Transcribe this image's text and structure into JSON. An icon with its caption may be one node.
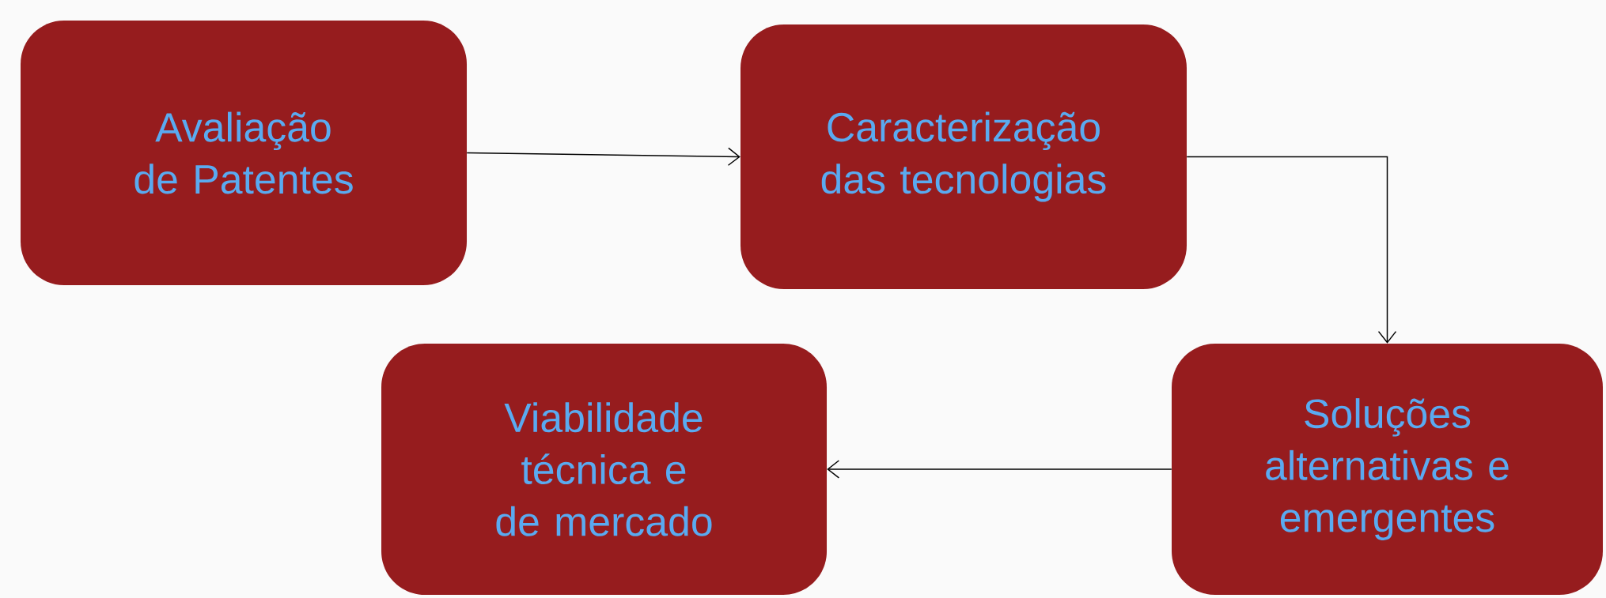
{
  "diagram": {
    "nodes": [
      {
        "text": [
          "Avaliação de Patentes"
        ]
      },
      {
        "text": [
          "Caracterização das tecnologias"
        ]
      },
      {
        "text": [
          "Soluções alternativas e emergentes"
        ]
      },
      {
        "text": [
          "Viabilidade técnica e de mercado"
        ]
      }
    ],
    "edges": [
      {
        "from": 0,
        "to": 1,
        "arrow": "to"
      },
      {
        "from": 1,
        "to": 2,
        "arrow": "to"
      },
      {
        "from": 2,
        "to": 3,
        "arrow": "to"
      }
    ]
  }
}
